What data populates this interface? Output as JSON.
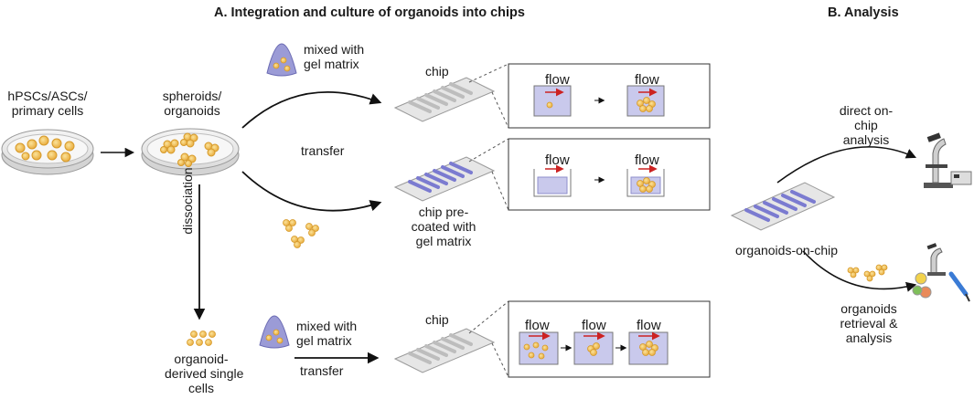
{
  "section_a_title": "A.  Integration and culture of organoids into chips",
  "section_b_title": "B.  Analysis",
  "labels": {
    "hpscs": "hPSCs/ASCs/",
    "primary": "primary cells",
    "spheroids": "spheroids/",
    "organoids": "organoids",
    "mixed1": "mixed with",
    "gel1": "gel matrix",
    "chip_top": "chip",
    "transfer_top": "transfer",
    "precoat1": "chip pre-",
    "precoat2": "coated with",
    "precoat3": "gel matrix",
    "dissociation": "dissociation",
    "odsc1": "organoid-",
    "odsc2": "derived single",
    "odsc3": "cells",
    "mixed2": "mixed with",
    "gel2": "gel matrix",
    "transfer_bottom": "transfer",
    "chip_bottom": "chip",
    "flow": "flow",
    "direct1": "direct on-",
    "direct2": "chip",
    "direct3": "analysis",
    "ooc": "organoids-on-chip",
    "retr1": "organoids",
    "retr2": "retrieval &",
    "retr3": "analysis"
  },
  "colors": {
    "cell_fill": "#f3c766",
    "cell_stroke": "#d69a2a",
    "gel": "#9b9bd6",
    "gel_light": "#c9c9ec",
    "chip_grey": "#d6d6d6",
    "channel_purple": "#7b7bd0",
    "flow_arrow": "#cc2222"
  },
  "icons": [
    "petri-dish-icon",
    "organoid-icon",
    "gel-drop-icon",
    "chip-icon",
    "microscope-icon",
    "pipette-icon"
  ]
}
